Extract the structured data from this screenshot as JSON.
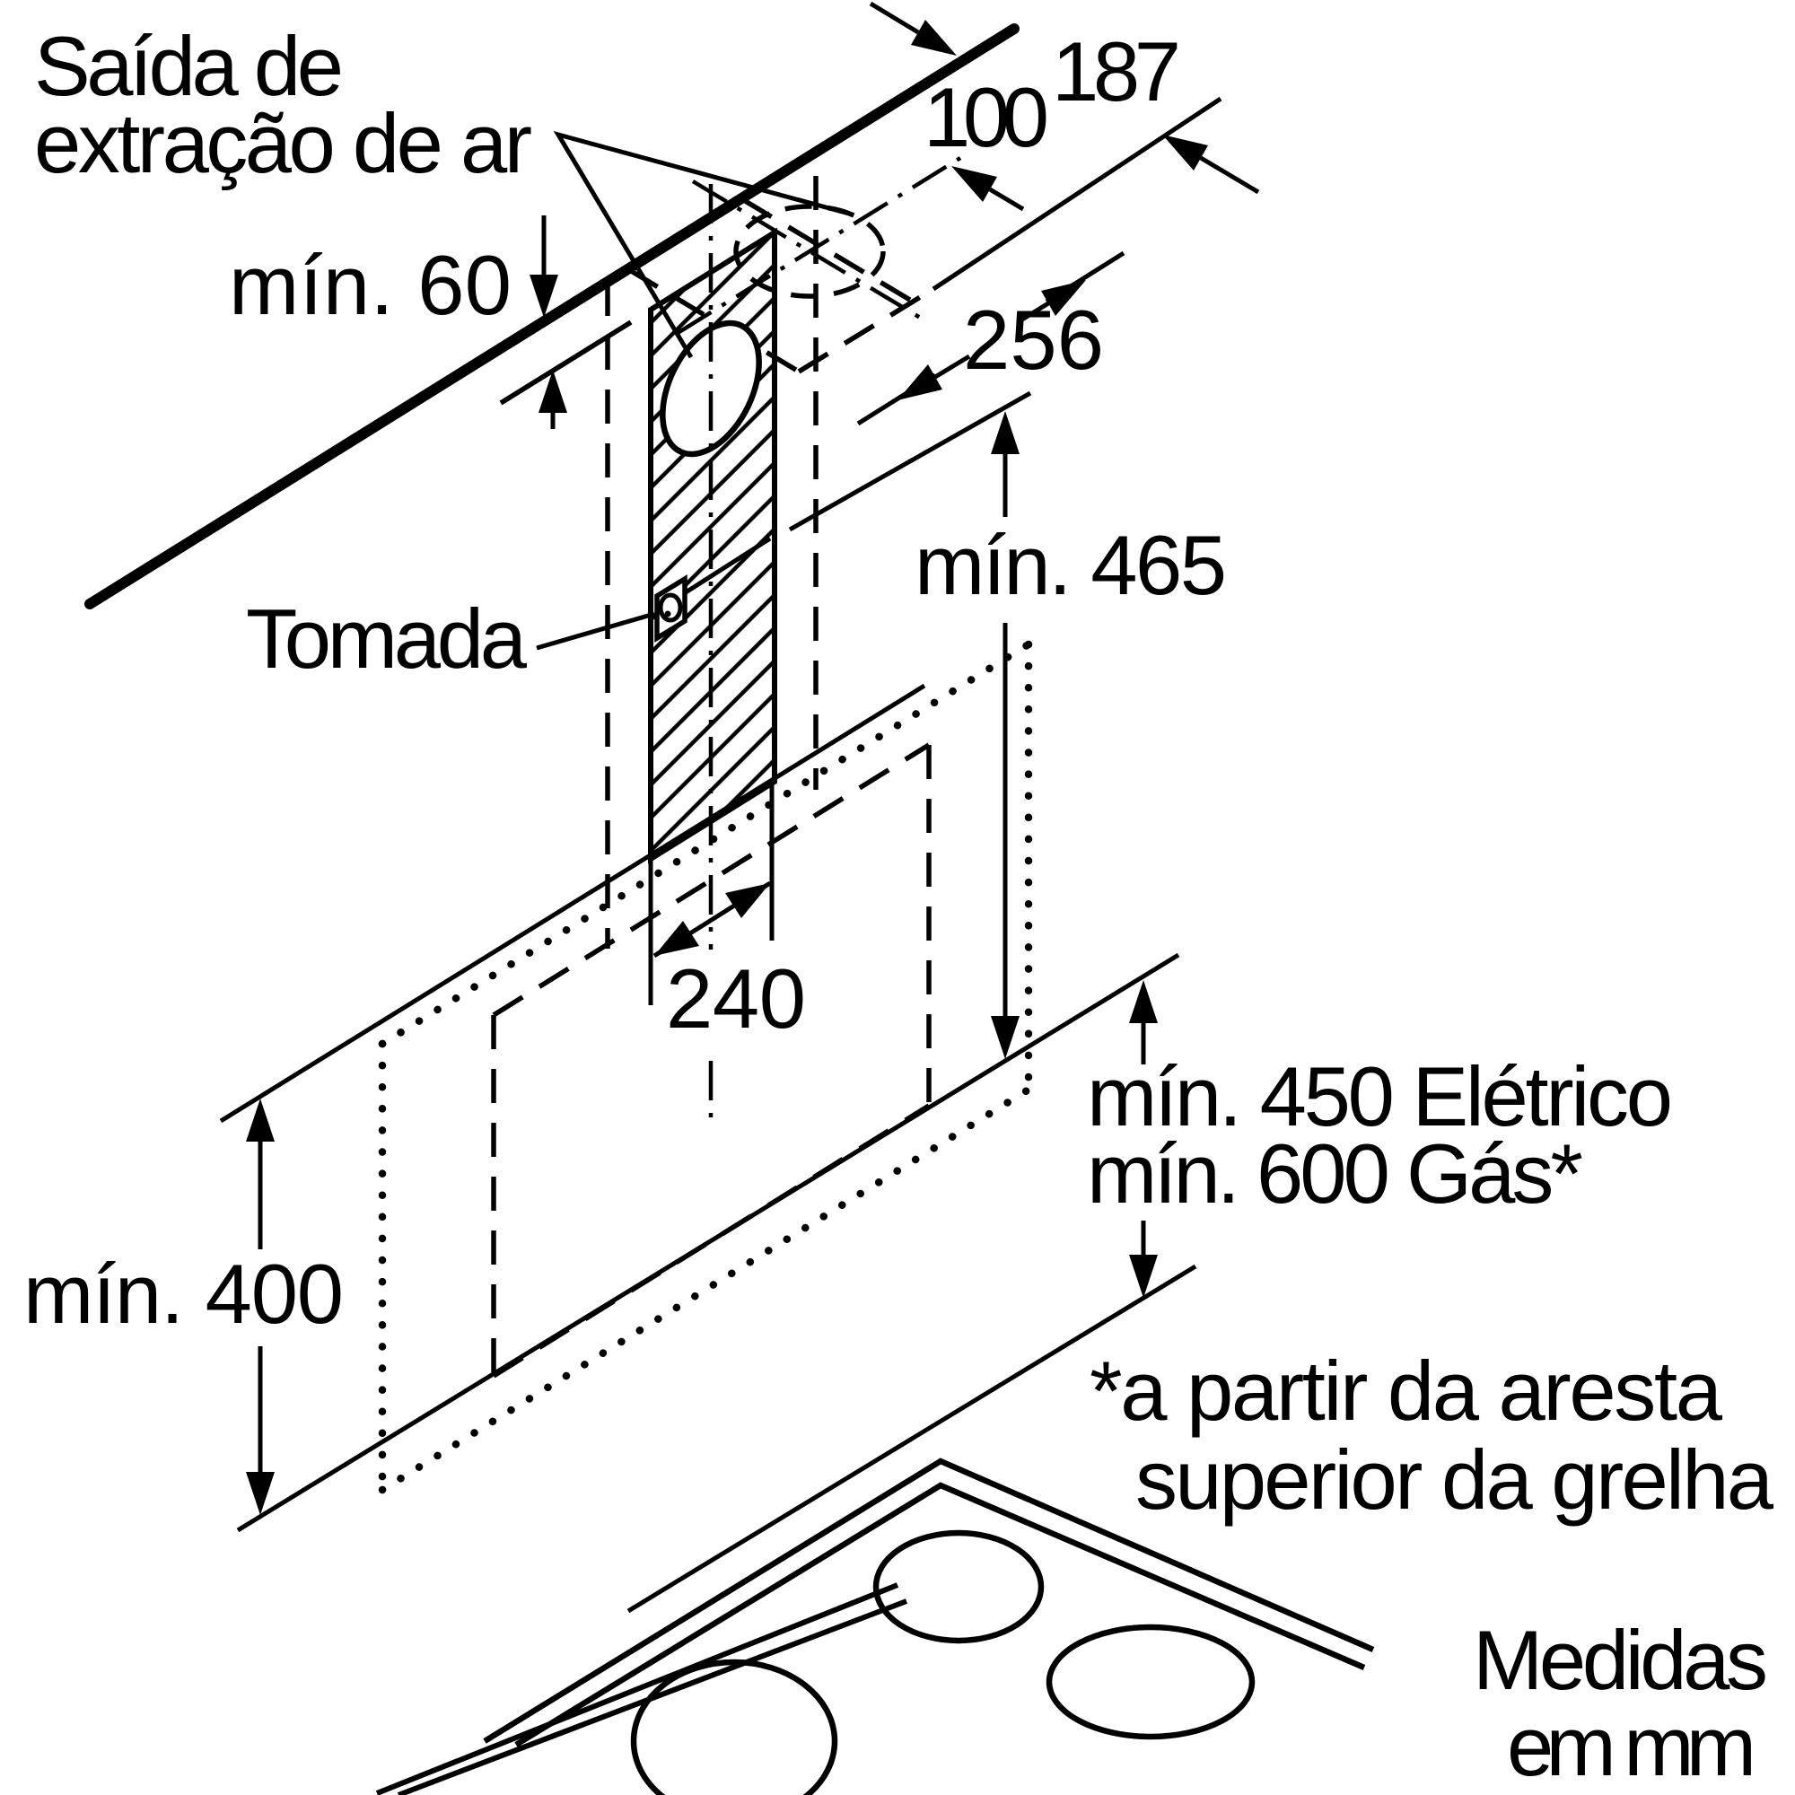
{
  "labels": {
    "air_outlet_line1": "Saída de",
    "air_outlet_line2": "extração de ar",
    "socket": "Tomada"
  },
  "dimensions": {
    "min_top_clearance": "mín. 60",
    "duct_offset": "100",
    "chimney_depth": "187",
    "recess_depth": "256",
    "min_hood_height": "mín. 465",
    "chimney_width": "240",
    "min_wall_height": "mín. 400",
    "min_electric": "mín. 450 Elétrico",
    "min_gas": "mín. 600 Gás*"
  },
  "footnote": {
    "line1": "*a partir da aresta",
    "line2": "superior da grelha"
  },
  "units_note": {
    "line1": "Medidas",
    "line2": "em mm"
  },
  "colors": {
    "ink": "#000000",
    "background": "#ffffff"
  }
}
